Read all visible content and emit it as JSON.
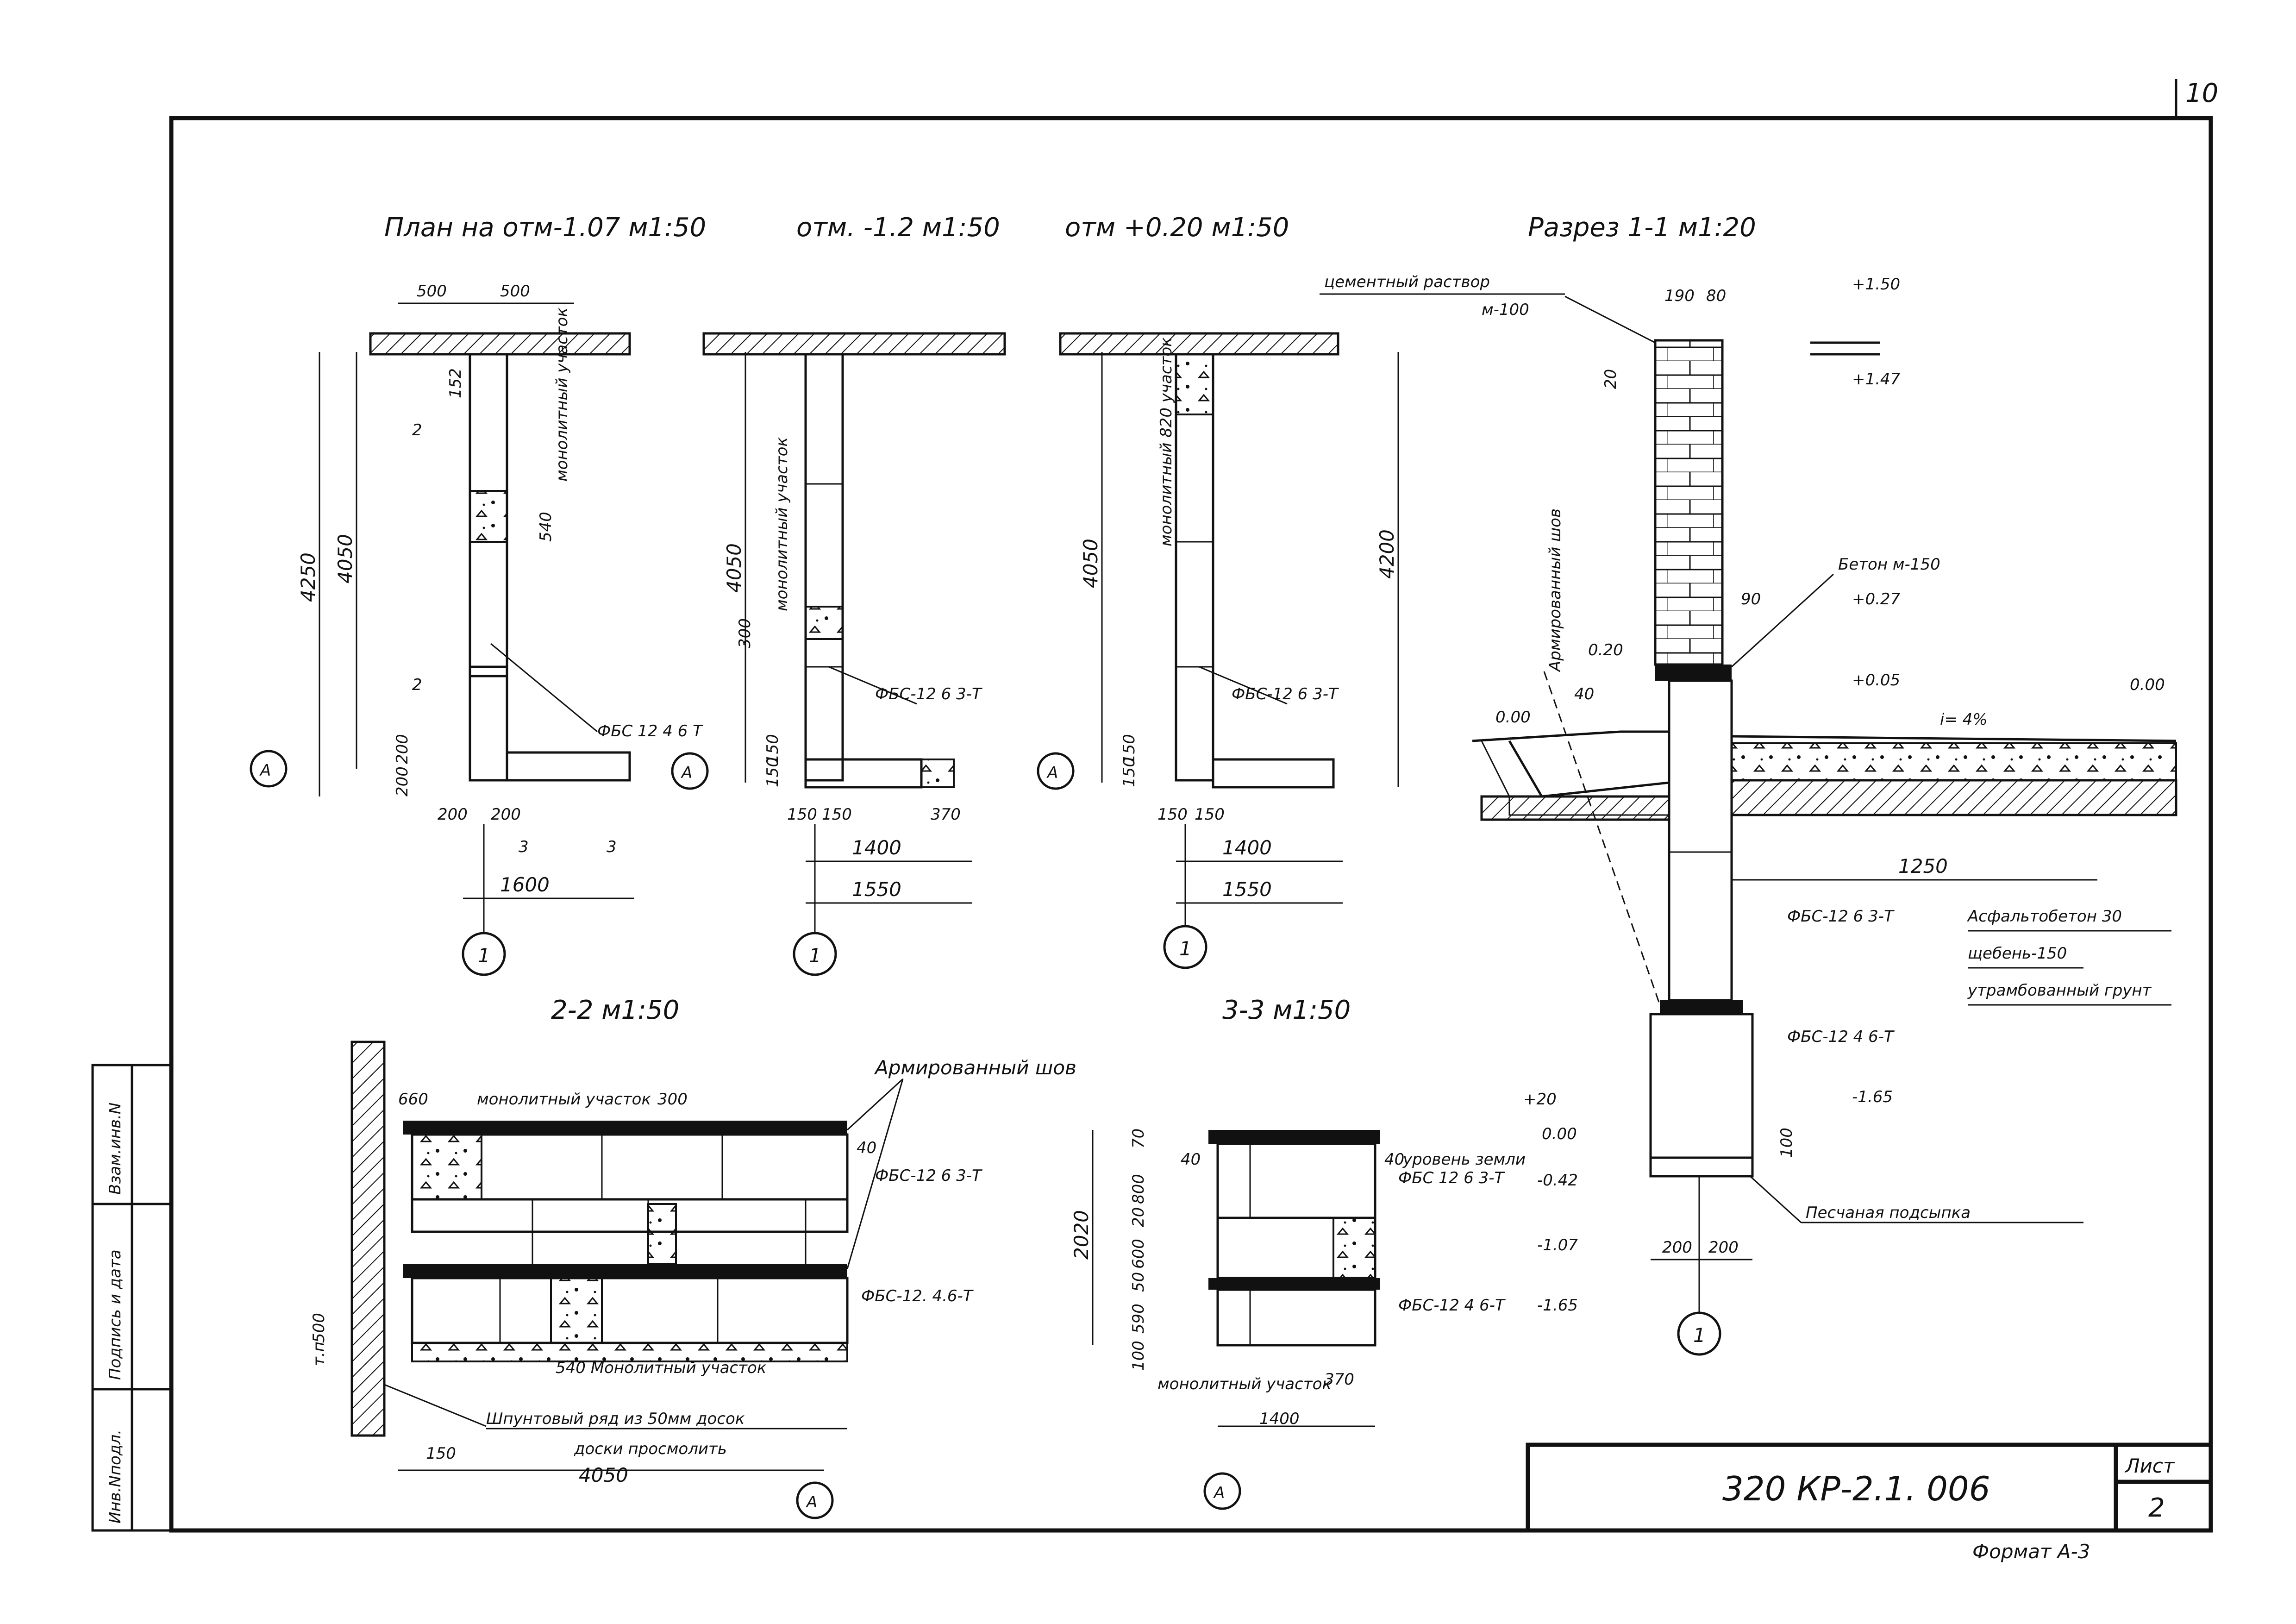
{
  "sheet_number": "10",
  "format": "Формат А-3",
  "title_block": {
    "code": "320 КР-2.1. 006",
    "list_label": "Лист",
    "list_number": "2"
  },
  "side_stamp": {
    "inv": "Инв.Nподл.",
    "sign": "Подпись и дата",
    "replace": "Взам.инв.N"
  },
  "views": {
    "plan1": {
      "title": "План на отм-1.07 м1:50",
      "dims": [
        "500",
        "500",
        "152",
        "540",
        "200",
        "200",
        "200",
        "200",
        "1600",
        "4050",
        "4250"
      ],
      "label": "ФБС 12 4 6 Т",
      "mono": "монолитный участок",
      "axis_a": "А",
      "axis_1": "1",
      "cut2": "2",
      "cut3": "3"
    },
    "plan2": {
      "title": "отм. -1.2 м1:50",
      "dims": [
        "4050",
        "300",
        "150",
        "150",
        "150",
        "150",
        "370",
        "1400",
        "1550"
      ],
      "label": "ФБС-12 6 3-Т",
      "mono": "монолитный участок",
      "axis_a": "А",
      "axis_1": "1"
    },
    "plan3": {
      "title": "отм +0.20 м1:50",
      "dims": [
        "4050",
        "4200",
        "150",
        "150",
        "150",
        "150",
        "1400",
        "1550"
      ],
      "label": "ФБС-12 6 3-Т",
      "mono": "монолитный 820 участок",
      "axis_a": "А",
      "axis_1": "1"
    },
    "section11": {
      "title": "Разрез 1-1 м1:20",
      "cement": "цементный раствор",
      "cement_grade": "м-100",
      "dims": [
        "190",
        "80",
        "20",
        "90",
        "40"
      ],
      "levels": [
        "+1.50",
        "+1.47",
        "+0.27",
        "+0.05",
        "0.20",
        "0.00",
        "0.00",
        "-1.65"
      ],
      "concrete": "Бетон м-150",
      "reinforced": "Армированный шов",
      "slope": "i= 4%",
      "len": "1250",
      "block_upper": "ФБС-12 6 3-Т",
      "block_lower": "ФБС-12 4 6-Т",
      "asphalt": "Асфальтобетон 30",
      "gravel": "щебень-150",
      "ground": "утрамбованный грунт",
      "sand": "Песчаная подсыпка",
      "dim100": "100",
      "dims_bottom": [
        "200",
        "200"
      ],
      "axis_1": "1"
    },
    "section22": {
      "title": "2-2 м1:50",
      "dims": [
        "660",
        "300",
        "40",
        "500",
        "150",
        "4050"
      ],
      "mono_top": "монолитный участок",
      "reinforced": "Армированный шов",
      "block1": "ФБС-12 6 3-Т",
      "block2": "ФБС-12. 4.6-Т",
      "mono_bot": "540 Монолитный участок",
      "note1": "Шпунтовый ряд из 50мм досок",
      "note2": "доски просмолить",
      "axis_a": "А",
      "tm": "т.п"
    },
    "section33": {
      "title": "3-3 м1:50",
      "dims_left": [
        "70",
        "800",
        "20",
        "600",
        "50",
        "590",
        "100"
      ],
      "total": "2020",
      "dim40a": "40",
      "dim40b": "40",
      "levels": [
        "+20",
        "0.00",
        "-0.42",
        "-1.07",
        "-1.65"
      ],
      "ground_level": "уровень земли",
      "block1": "ФБС 12 6 3-Т",
      "block2": "ФБС-12 4 6-Т",
      "mono": "монолитный участок",
      "d370": "370",
      "d1400": "1400",
      "axis_a": "А"
    }
  }
}
